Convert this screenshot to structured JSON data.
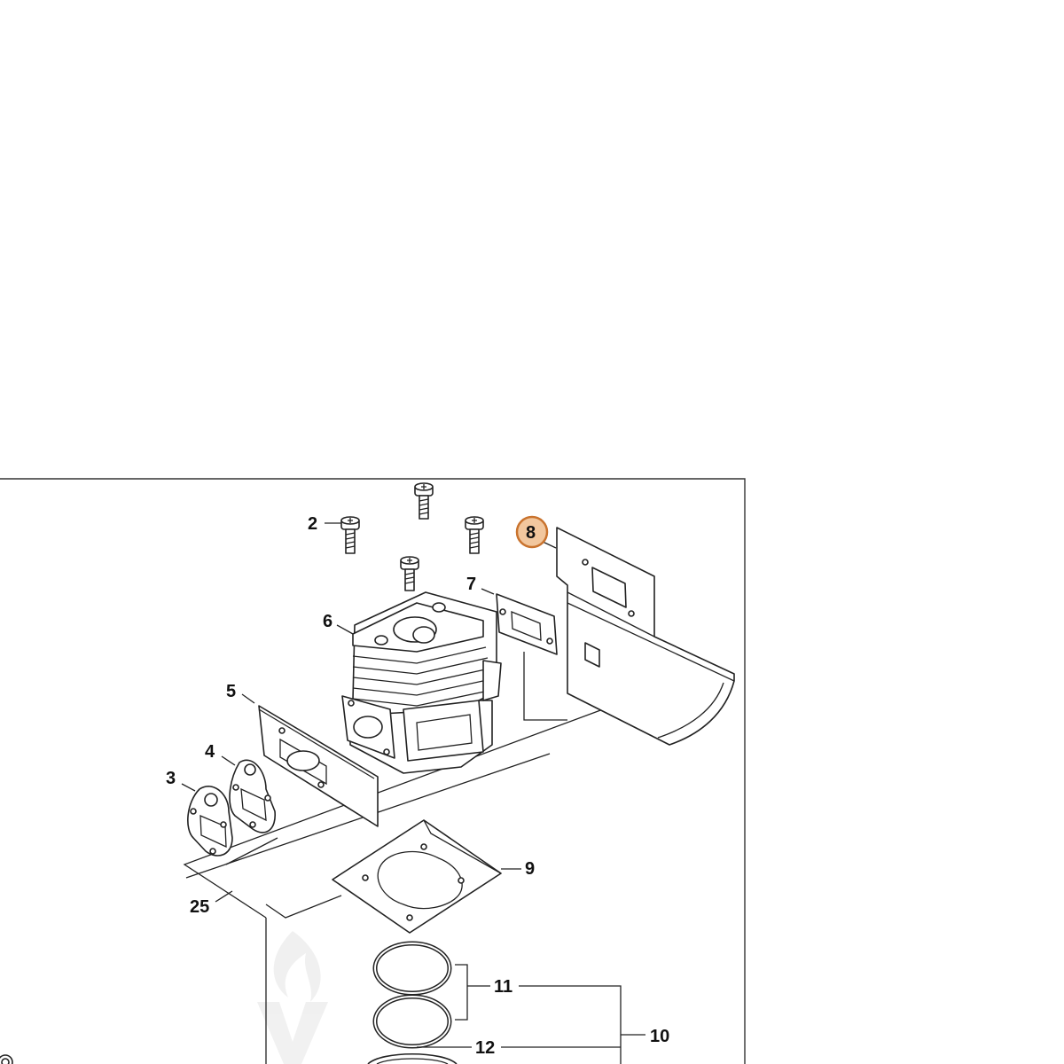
{
  "callouts": {
    "c2": "2",
    "c3": "3",
    "c4": "4",
    "c5": "5",
    "c6": "6",
    "c7": "7",
    "c8": "8",
    "c9": "9",
    "c10": "10",
    "c11": "11",
    "c12": "12",
    "c25": "25"
  },
  "highlight": {
    "fill": "#f2c79e",
    "stroke": "#c9732e"
  }
}
